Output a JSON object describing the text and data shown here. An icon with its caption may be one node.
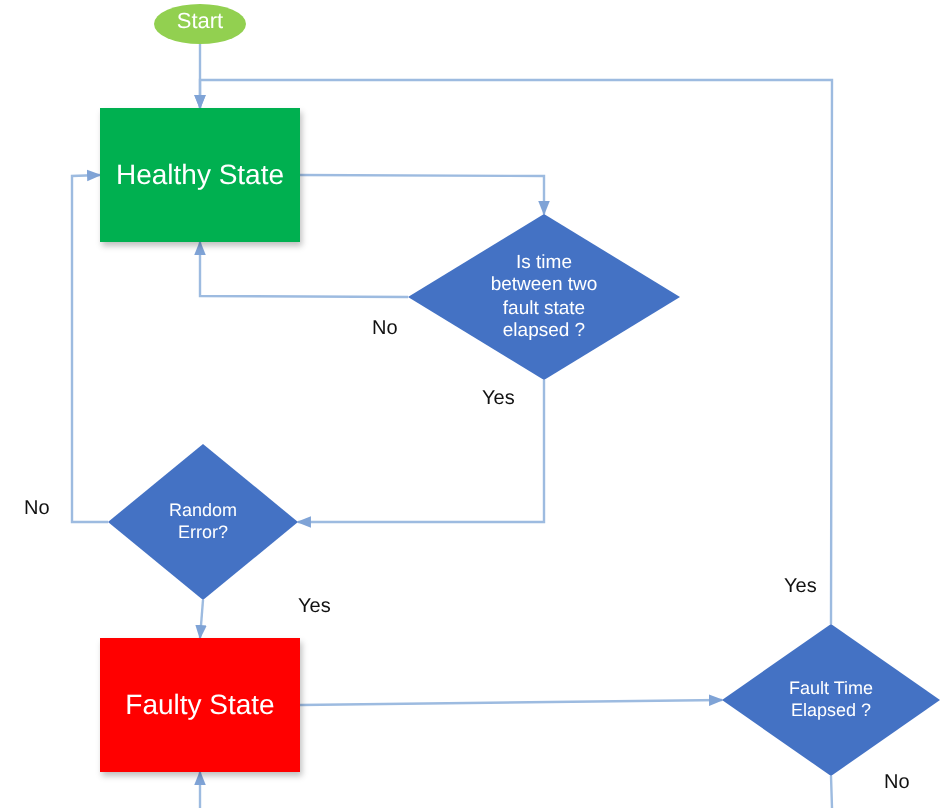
{
  "diagram": {
    "nodes": [
      {
        "text": [
          "Start"
        ]
      },
      {
        "text": [
          "Healthy State"
        ]
      },
      {
        "text": [
          "Is time between two fault state elapsed ?"
        ]
      },
      {
        "text": [
          "Random Error?"
        ]
      },
      {
        "text": [
          "Faulty State"
        ]
      },
      {
        "text": [
          "Fault Time Elapsed ?"
        ]
      }
    ],
    "edges": [
      {
        "from": 0,
        "to": 1,
        "arrow": "to"
      },
      {
        "from": 1,
        "to": 2,
        "arrow": "to"
      },
      {
        "from": 2,
        "to": 1,
        "arrow": "to",
        "label": "No"
      },
      {
        "from": 2,
        "to": 3,
        "arrow": "to",
        "label": "Yes"
      },
      {
        "from": 3,
        "to": 1,
        "arrow": "to",
        "label": "No"
      },
      {
        "from": 3,
        "to": 4,
        "arrow": "to",
        "label": "Yes"
      },
      {
        "from": 4,
        "to": 5,
        "arrow": "to"
      },
      {
        "from": 5,
        "to": 1,
        "arrow": "to",
        "label": "Yes"
      },
      {
        "from": 5,
        "to": null,
        "arrow": "none",
        "label": "No"
      },
      {
        "from": null,
        "to": 4,
        "arrow": "to"
      }
    ]
  }
}
